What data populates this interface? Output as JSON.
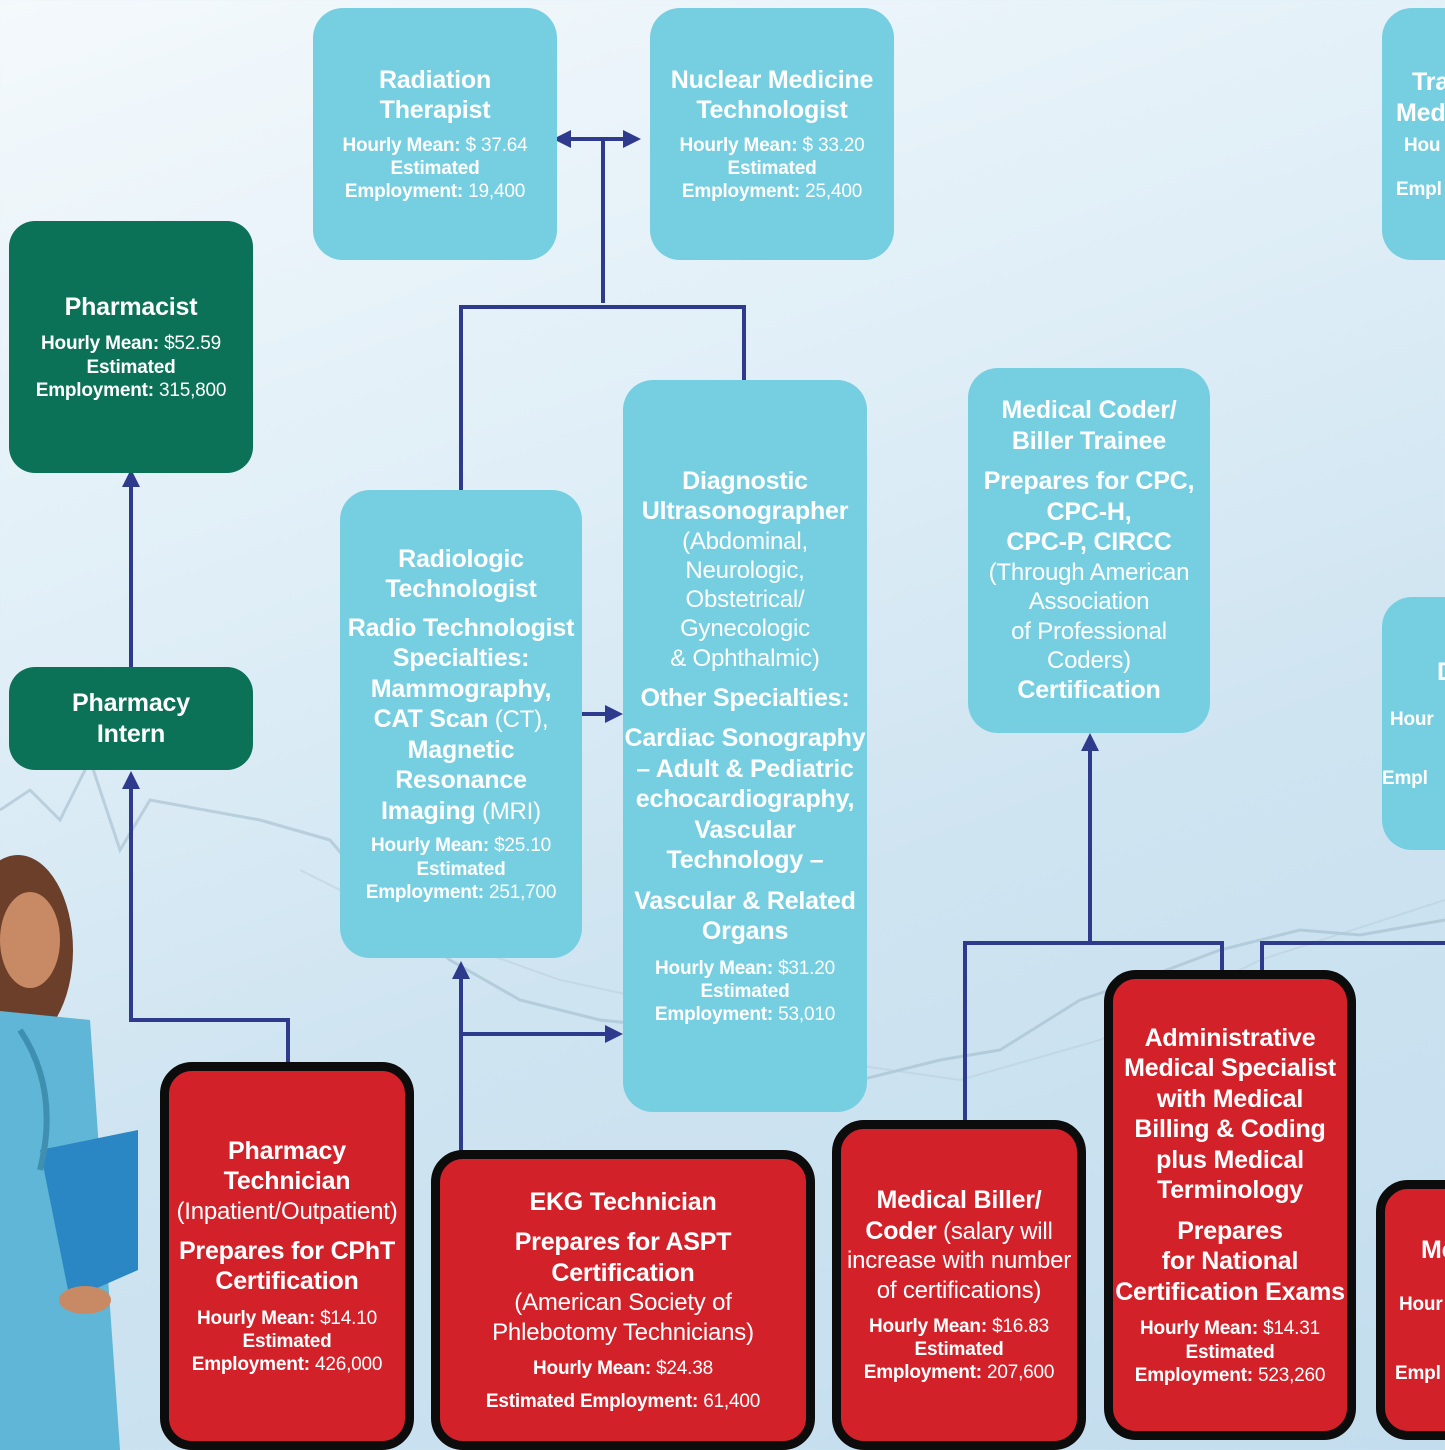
{
  "colors": {
    "cyan_box": "#76cfe1",
    "green_box": "#0b7257",
    "red_box": "#d3212a",
    "arrow": "#2e3a8c"
  },
  "labels": {
    "hourly": "Hourly Mean:",
    "estimated": "Estimated",
    "employment": "Employment:",
    "estimated_employment": "Estimated Employment:"
  },
  "boxes": {
    "radiation_therapist": {
      "title1": "Radiation",
      "title2": "Therapist",
      "hourly": "$ 37.64",
      "employment": "19,400"
    },
    "nuclear_medicine": {
      "title1": "Nuclear Medicine",
      "title2": "Technologist",
      "hourly": "$ 33.20",
      "employment": "25,400"
    },
    "transcription_right_top": {
      "line1": "Tra",
      "line2": "Med",
      "line3": "Hou",
      "line4": "Empl"
    },
    "pharmacist": {
      "title": "Pharmacist",
      "hourly": "$52.59",
      "employment": "315,800"
    },
    "pharmacy_intern": {
      "title1": "Pharmacy",
      "title2": "Intern"
    },
    "radiologic_technologist": {
      "title1": "Radiologic",
      "title2": "Technologist",
      "spec1": "Radio Technologist",
      "spec2": "Specialties:",
      "spec3": "Mammography,",
      "spec4a": "CAT Scan",
      "spec4b": " (CT),",
      "spec5": "Magnetic",
      "spec6": "Resonance",
      "spec7a": "Imaging",
      "spec7b": " (MRI)",
      "hourly": "$25.10",
      "employment": "251,700"
    },
    "diagnostic_ultrasonographer": {
      "title1": "Diagnostic",
      "title2": "Ultrasonographer",
      "sub1": "(Abdominal,",
      "sub2": "Neurologic,",
      "sub3": "Obstetrical/",
      "sub4": "Gynecologic",
      "sub5": "& Ophthalmic)",
      "other": "Other Specialties:",
      "c1": "Cardiac Sonography",
      "c2": "– Adult & Pediatric",
      "c3": "echocardiography,",
      "c4": "Vascular",
      "c5": "Technology –",
      "v1": "Vascular & Related",
      "v2": "Organs",
      "hourly": "$31.20",
      "employment": "53,010"
    },
    "medical_coder_trainee": {
      "title1": "Medical Coder/",
      "title2": "Biller Trainee",
      "p1": "Prepares for CPC,",
      "p2": "CPC-H,",
      "p3": "CPC-P, CIRCC",
      "a1": "(Through American",
      "a2": "Association",
      "a3": "of Professional Coders)",
      "cert": "Certification"
    },
    "right_mid": {
      "line1": "D",
      "line2": "Hour",
      "line3": "Empl"
    },
    "pharmacy_technician": {
      "title1": "Pharmacy",
      "title2": "Technician",
      "sub": "(Inpatient/Outpatient)",
      "p1": "Prepares for CPhT",
      "p2": "Certification",
      "hourly": "$14.10",
      "employment": "426,000"
    },
    "ekg_technician": {
      "title": "EKG Technician",
      "p1": "Prepares for ASPT",
      "p2": "Certification",
      "a1": "(American Society of",
      "a2": "Phlebotomy Technicians)",
      "hourly": "$24.38",
      "employment": "61,400"
    },
    "medical_biller_coder": {
      "title1": "Medical Biller/",
      "title2a": "Coder",
      "title2b": " (salary will",
      "sub1": "increase with number",
      "sub2": "of certifications)",
      "hourly": "$16.83",
      "employment": "207,600"
    },
    "administrative_medical_specialist": {
      "t1": "Administrative",
      "t2": "Medical Specialist",
      "t3": "with Medical",
      "t4": "Billing & Coding",
      "t5": "plus Medical",
      "t6": "Terminology",
      "p1": "Prepares",
      "p2": "for National",
      "p3": "Certification Exams",
      "hourly": "$14.31",
      "employment": "523,260"
    },
    "right_bottom": {
      "line1": "Me",
      "line2": "Hour",
      "line3": "Empl"
    }
  }
}
